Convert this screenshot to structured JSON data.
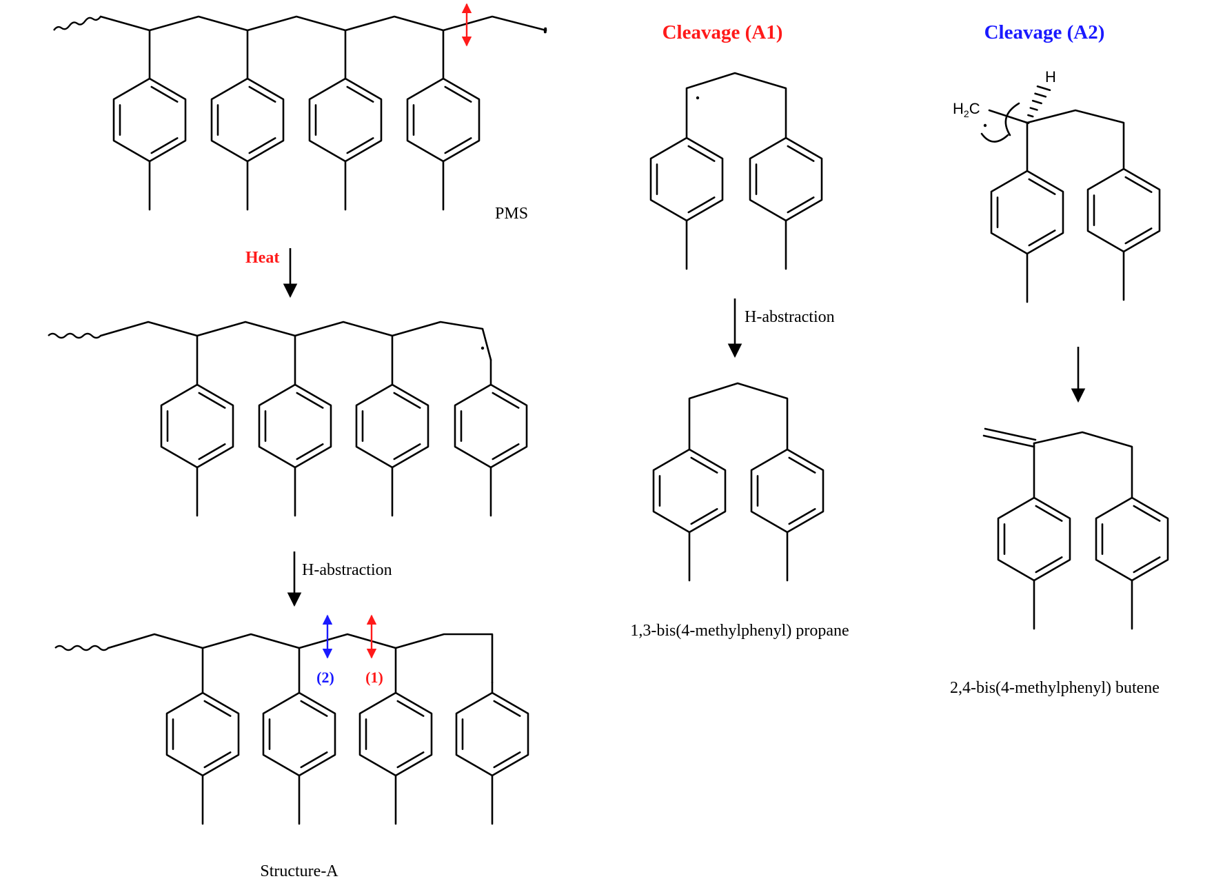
{
  "headers": {
    "cleavage_a1": "Cleavage (A1)",
    "cleavage_a2": "Cleavage (A2)"
  },
  "labels": {
    "pms": "PMS",
    "heat": "Heat",
    "h_abstraction_left": "H-abstraction",
    "h_abstraction_mid": "H-abstraction",
    "structure_a": "Structure-A",
    "product_a1": "1,3-bis(4-methylphenyl) propane",
    "product_a2": "2,4-bis(4-methylphenyl) butene",
    "site_2": "(2)",
    "site_1": "(1)",
    "atom_h": "H",
    "atom_h2c_main": "H",
    "atom_h2c_sub": "2",
    "atom_h2c_end": "C"
  },
  "colors": {
    "red": "#ff1a1a",
    "blue": "#1a1aff",
    "black": "#000000"
  }
}
